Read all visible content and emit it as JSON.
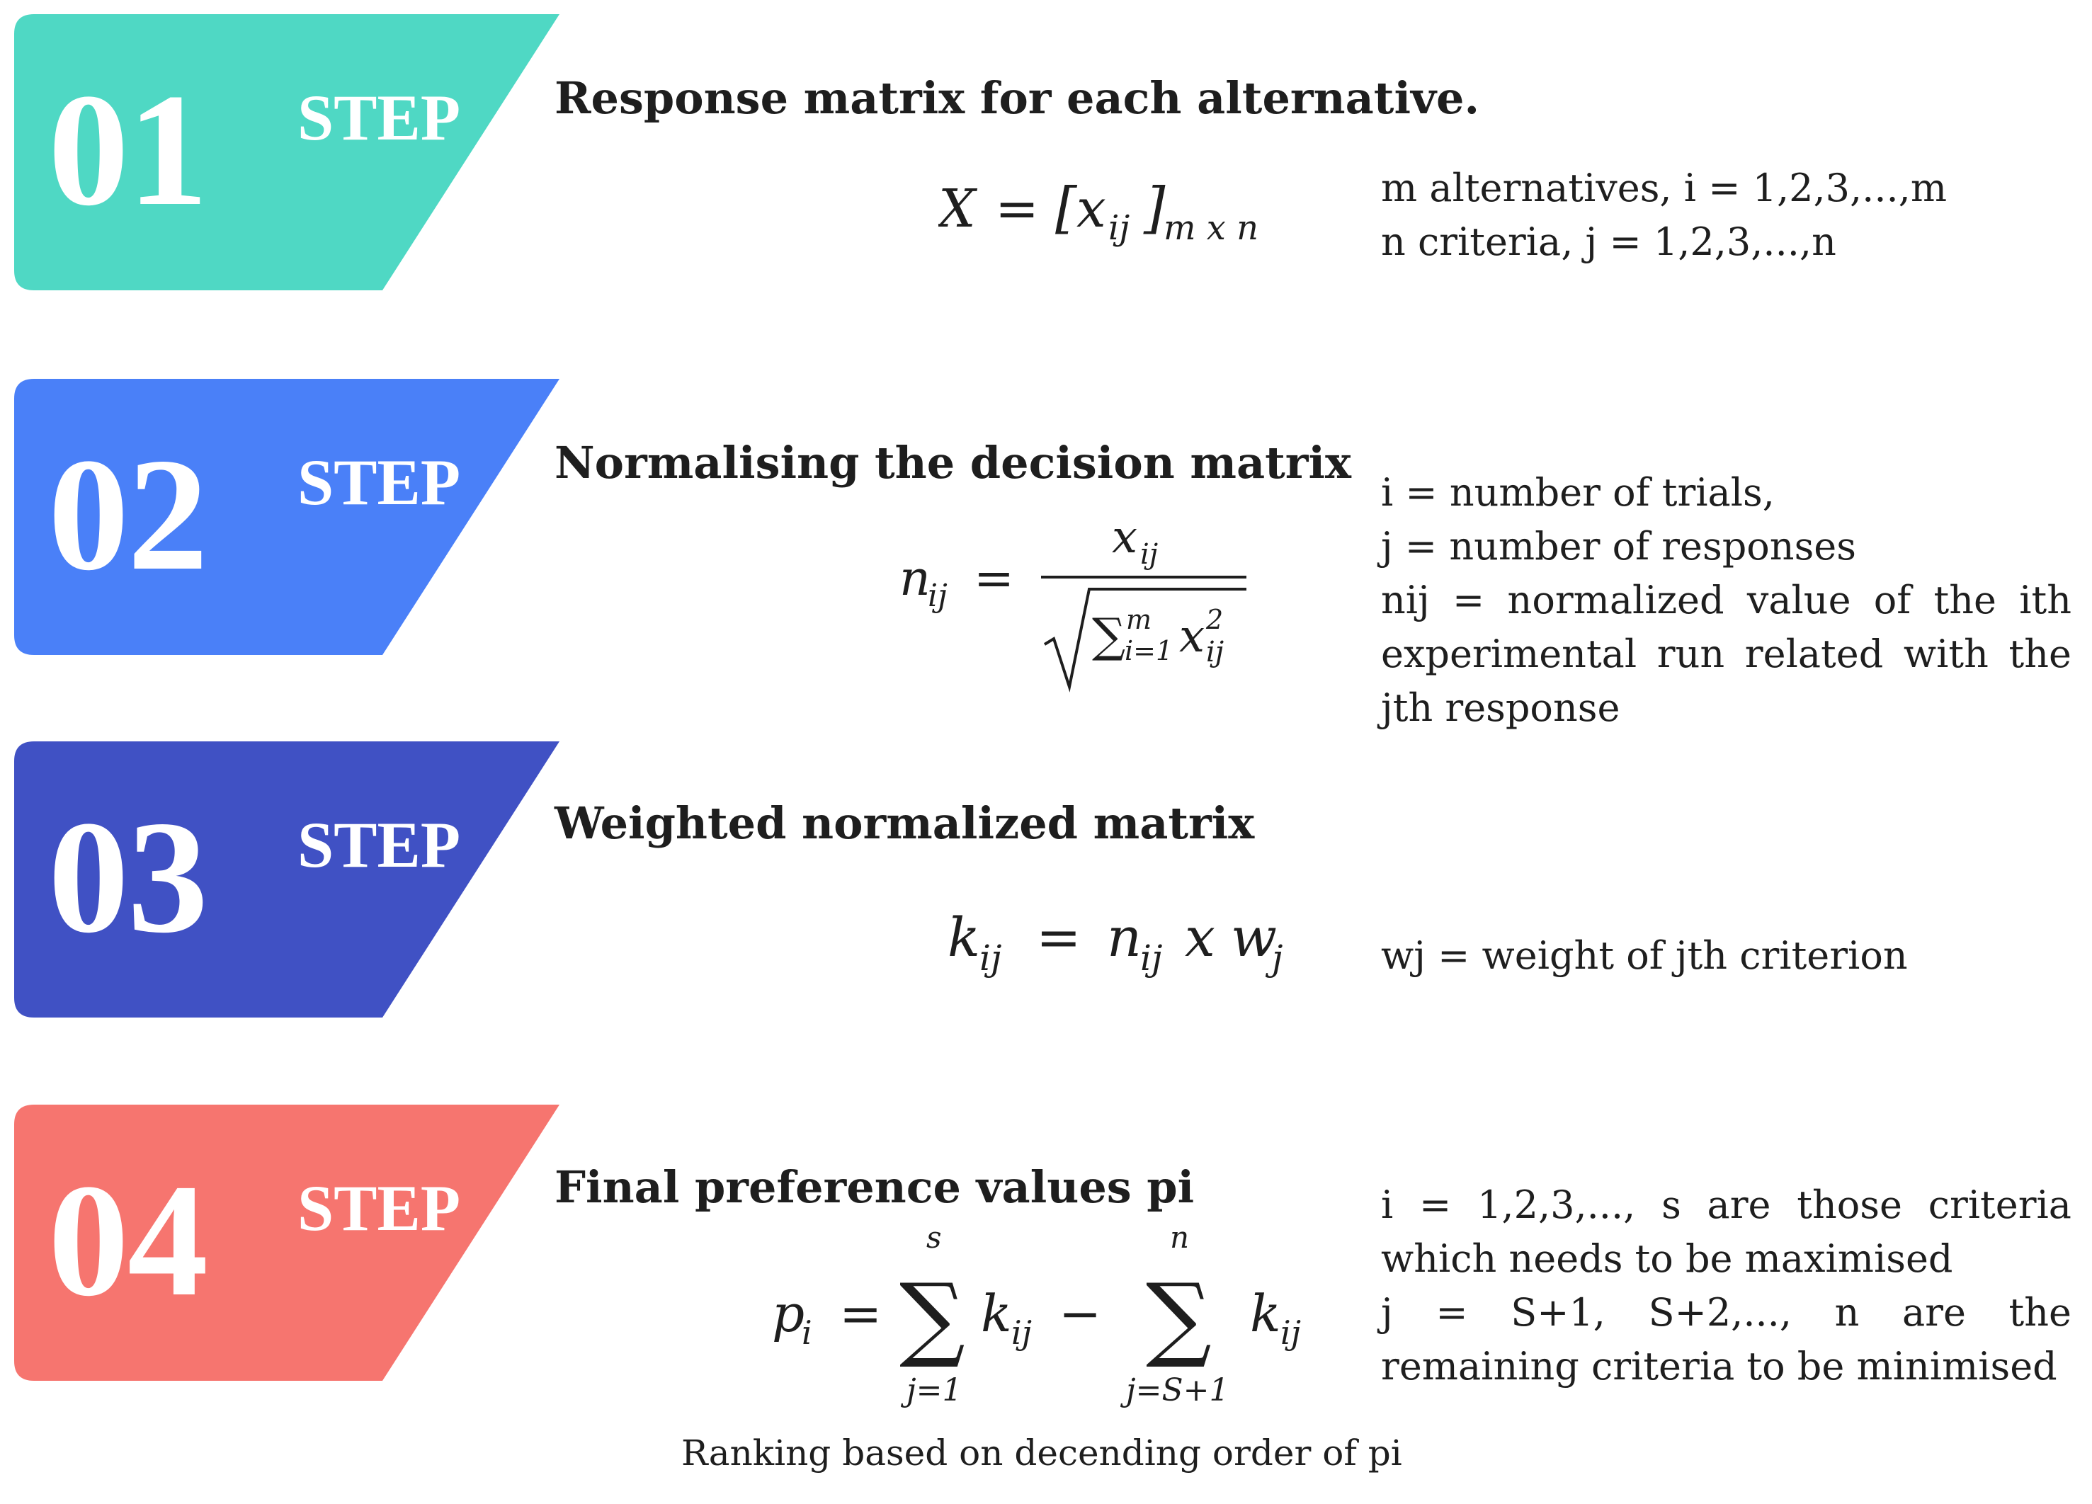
{
  "steps": [
    {
      "number": "01",
      "label": "STEP",
      "color": "#4fd8c4",
      "title": "Response matrix for each alternative.",
      "formula": "X = [x_ij]_m x n",
      "description": [
        "m alternatives, i = 1,2,3,...,m",
        "n criteria, j = 1,2,3,...,n"
      ]
    },
    {
      "number": "02",
      "label": "STEP",
      "color": "#4a80f8",
      "title": "Normalising the decision matrix",
      "formula": "n_ij = x_ij / sqrt(Σ_{i=1}^{m} x_ij^2)",
      "description": [
        "i = number of trials,",
        "j = number of responses",
        "nij = normalized value of the ith experimental run related with the jth response"
      ]
    },
    {
      "number": "03",
      "label": "STEP",
      "color": "#4051c4",
      "title": "Weighted normalized matrix",
      "formula": "k_ij = n_ij x w_j",
      "description": [
        "wj = weight of jth criterion"
      ]
    },
    {
      "number": "04",
      "label": "STEP",
      "color": "#f6756f",
      "title": "Final preference values pi",
      "formula": "p_i = Σ_{j=1}^{s} k_ij − Σ_{j=S+1}^{n} k_ij",
      "description": [
        "i = 1,2,3,..., s are those criteria which needs to be maximised",
        "j = S+1, S+2,..., n are the remaining criteria to be minimised"
      ]
    }
  ],
  "caption": "Ranking based on decending order of pi"
}
